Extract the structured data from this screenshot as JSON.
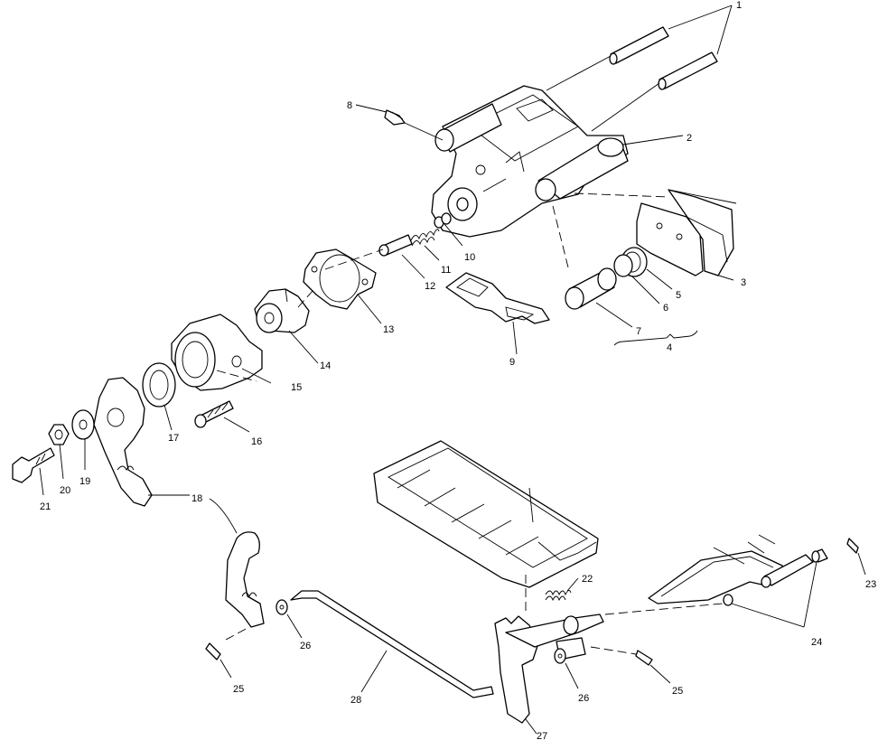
{
  "labels": {
    "l1": "1",
    "l2": "2",
    "l3": "3",
    "l4": "4",
    "l5": "5",
    "l6": "6",
    "l7": "7",
    "l8": "8",
    "l9": "9",
    "l10": "10",
    "l11": "11",
    "l12": "12",
    "l13": "13",
    "l14": "14",
    "l15": "15",
    "l16": "16",
    "l17": "17",
    "l18": "18",
    "l19": "19",
    "l20": "20",
    "l21": "21",
    "l22": "22",
    "l23": "23",
    "l24": "24",
    "l25a": "25",
    "l25b": "25",
    "l26a": "26",
    "l26b": "26",
    "l27": "27",
    "l28": "28"
  }
}
